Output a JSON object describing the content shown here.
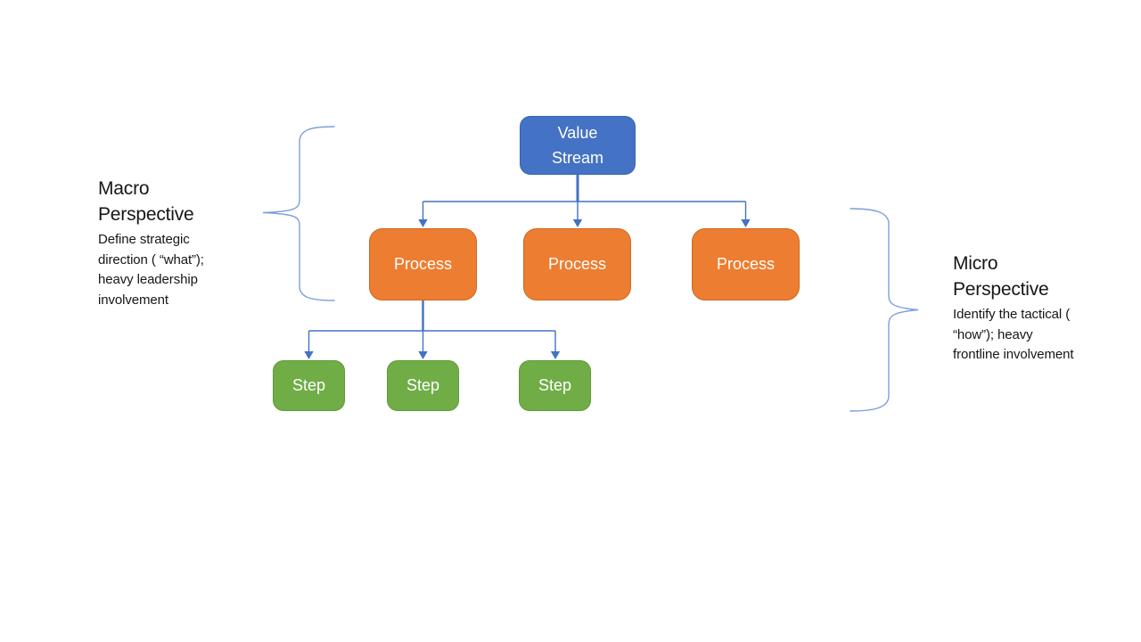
{
  "diagram": {
    "nodes": {
      "value_stream": {
        "label": "Value Stream",
        "label_lines": [
          "Value",
          "Stream"
        ]
      },
      "processes": [
        "Process",
        "Process",
        "Process"
      ],
      "steps": [
        "Step",
        "Step",
        "Step"
      ]
    },
    "annotations": {
      "macro": {
        "heading": "Macro Perspective",
        "heading_lines": [
          "Macro",
          "Perspective"
        ],
        "body": "Define strategic direction ( “what”); heavy leadership involvement",
        "body_lines": [
          "Define strategic",
          "direction ( “what”);",
          "heavy leadership",
          "involvement"
        ]
      },
      "micro": {
        "heading": "Micro Perspective",
        "heading_lines": [
          "Micro",
          "Perspective"
        ],
        "body": "Identify the tactical ( “how”); heavy frontline involvement",
        "body_lines": [
          "Identify the tactical (",
          "“how”); heavy",
          "frontline involvement"
        ]
      }
    },
    "colors": {
      "value_stream_fill": "#4472C4",
      "process_fill": "#ED7D31",
      "step_fill": "#70AD47",
      "connector": "#4472C4",
      "brace": "#7D9EDB",
      "node_text": "#ffffff",
      "annotation_text": "#161616"
    }
  }
}
